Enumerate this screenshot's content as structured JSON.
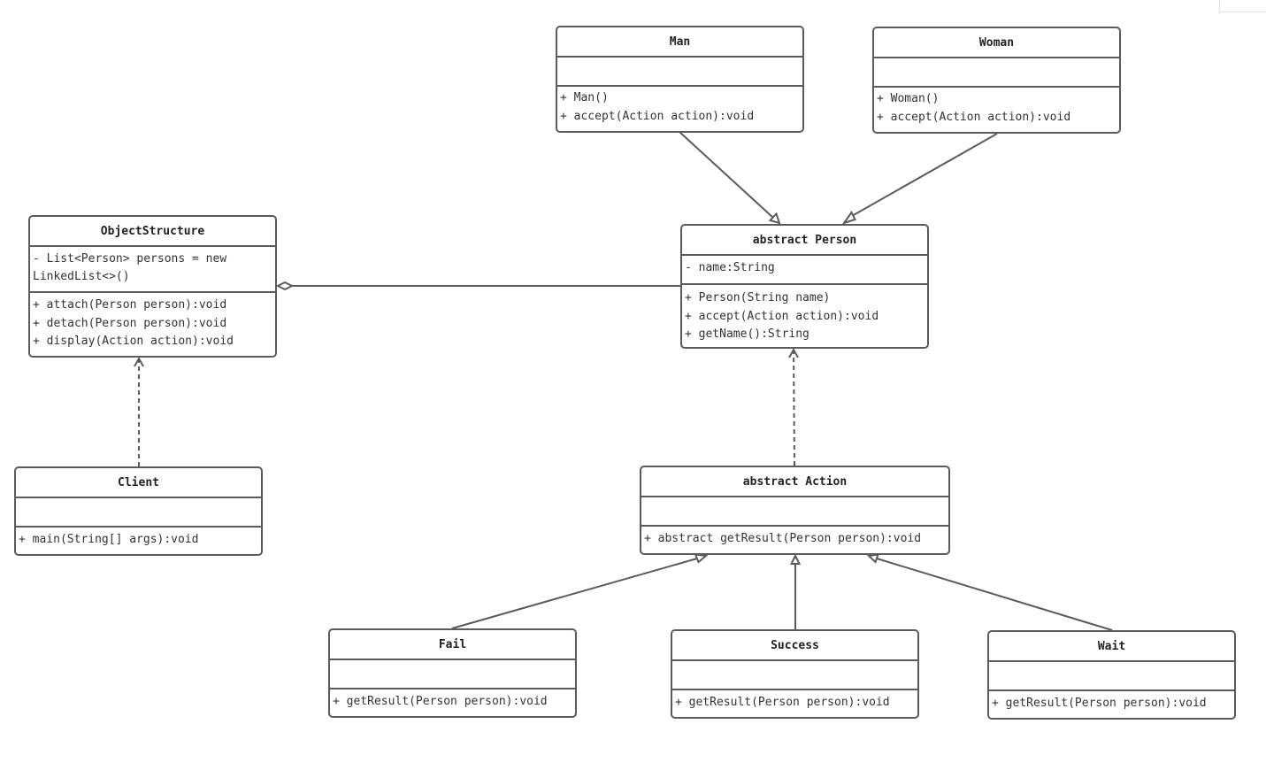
{
  "classes": {
    "man": {
      "name": "Man",
      "attributes": [],
      "operations": [
        "+ Man()",
        "+ accept(Action action):void"
      ]
    },
    "woman": {
      "name": "Woman",
      "attributes": [],
      "operations": [
        "+ Woman()",
        "+ accept(Action action):void"
      ]
    },
    "object_structure": {
      "name": "ObjectStructure",
      "attributes": [
        "- List<Person> persons = new",
        "LinkedList<>()"
      ],
      "operations": [
        "+ attach(Person person):void",
        "+ detach(Person person):void",
        "+ display(Action action):void"
      ]
    },
    "person": {
      "name": "abstract Person",
      "attributes": [
        "- name:String"
      ],
      "operations": [
        "+ Person(String name)",
        "+ accept(Action action):void",
        "+ getName():String"
      ]
    },
    "client": {
      "name": "Client",
      "attributes": [],
      "operations": [
        "+ main(String[] args):void"
      ]
    },
    "action": {
      "name": "abstract Action",
      "attributes": [],
      "operations": [
        "+ abstract getResult(Person person):void"
      ]
    },
    "fail": {
      "name": "Fail",
      "attributes": [],
      "operations": [
        "+ getResult(Person person):void"
      ]
    },
    "success": {
      "name": "Success",
      "attributes": [],
      "operations": [
        "+ getResult(Person person):void"
      ]
    },
    "wait": {
      "name": "Wait",
      "attributes": [],
      "operations": [
        "+ getResult(Person person):void"
      ]
    }
  },
  "relationships": [
    {
      "from": "man",
      "to": "person",
      "kind": "generalization"
    },
    {
      "from": "woman",
      "to": "person",
      "kind": "generalization"
    },
    {
      "from": "object_structure",
      "to": "person",
      "kind": "aggregation"
    },
    {
      "from": "client",
      "to": "object_structure",
      "kind": "dependency"
    },
    {
      "from": "action",
      "to": "person",
      "kind": "dependency"
    },
    {
      "from": "fail",
      "to": "action",
      "kind": "generalization"
    },
    {
      "from": "success",
      "to": "action",
      "kind": "generalization"
    },
    {
      "from": "wait",
      "to": "action",
      "kind": "generalization"
    }
  ],
  "colors": {
    "stroke": "#5b5b5b",
    "text": "#333333",
    "background": "#ffffff"
  }
}
